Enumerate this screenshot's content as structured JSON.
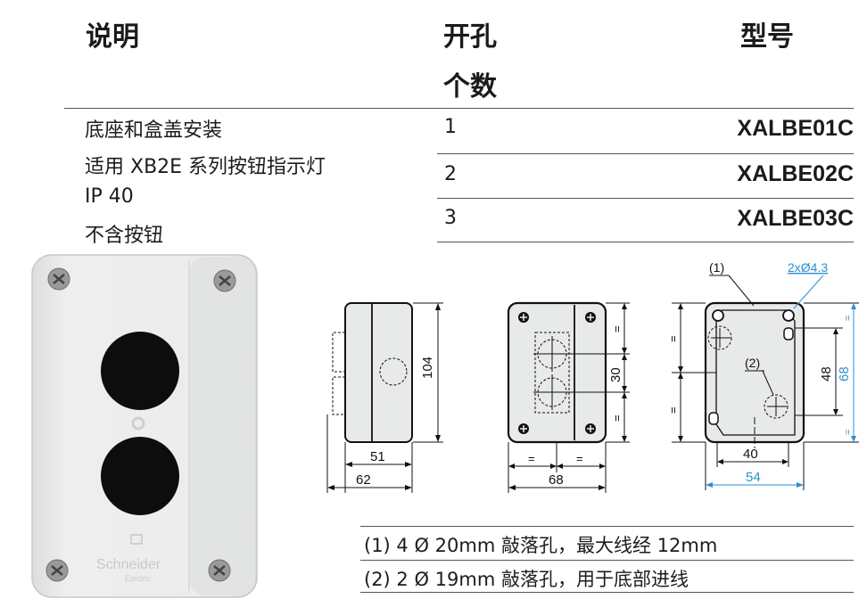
{
  "table": {
    "headers": {
      "description": "说明",
      "holes_line1": "开孔",
      "holes_line2": "个数",
      "reference": "型号"
    },
    "description_lines": [
      "底座和盒盖安装",
      "适用 XB2E 系列按钮指示灯",
      "IP 40",
      "不含按钮"
    ],
    "rows": [
      {
        "holes": "1",
        "reference": "XALBE01C"
      },
      {
        "holes": "2",
        "reference": "XALBE02C"
      },
      {
        "holes": "3",
        "reference": "XALBE03C"
      }
    ]
  },
  "photo": {
    "brand_line1": "Schneider",
    "brand_line2": "Electric"
  },
  "drawings": {
    "side": {
      "height": "104",
      "inner_width": "51",
      "outer_width": "62"
    },
    "front": {
      "spacing": "30",
      "equal": "=",
      "width": "68"
    },
    "back": {
      "callout_1": "(1)",
      "callout_2": "(2)",
      "mount_holes": "2xØ4.3",
      "inner_height": "48",
      "outer_height": "68",
      "inner_width": "40",
      "outer_width": "54",
      "equal": "="
    }
  },
  "notes": [
    "(1) 4 Ø 20mm 敲落孔，最大线经 12mm",
    "(2) 2 Ø 19mm 敲落孔，用于底部进线"
  ],
  "colors": {
    "dimension_blue": "#2a90d0",
    "box_grey": "#e9eaea",
    "hole_black": "#0d0d0d"
  }
}
